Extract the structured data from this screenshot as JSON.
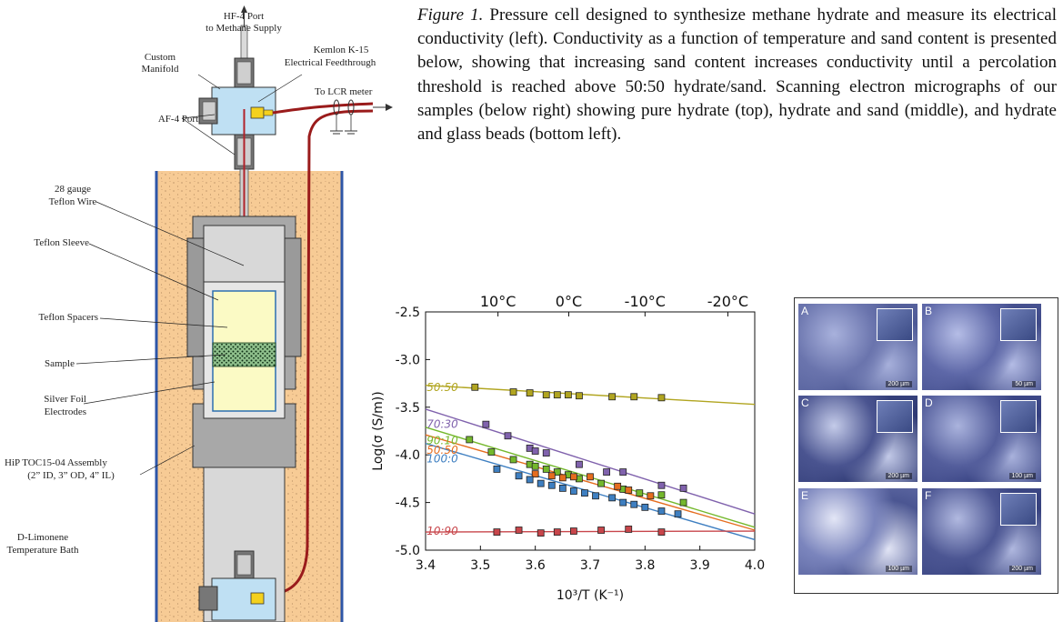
{
  "diagram": {
    "labels": {
      "hf4_port": "HF-4 Port",
      "to_methane": "to Methane Supply",
      "custom": "Custom",
      "manifold": "Manifold",
      "kemlon": "Kemlon K-15",
      "feedthrough": "Electrical Feedthrough",
      "to_lcr": "To LCR meter",
      "af4_port": "AF-4 Port",
      "gauge": "28 gauge",
      "teflon_wire": "Teflon Wire",
      "teflon_sleeve": "Teflon Sleeve",
      "teflon_spacers": "Teflon Spacers",
      "sample": "Sample",
      "silver_foil": "Silver Foil",
      "electrodes": "Electrodes",
      "hip_assembly": "HiP TOC15-04 Assembly",
      "hip_dims": "(2” ID, 3” OD, 4” IL)",
      "d_limonene": "D-Limonene",
      "temp_bath": "Temperature Bath"
    }
  },
  "caption": {
    "figure_label": "Figure 1.",
    "text": "Pressure cell designed to synthesize methane hydrate and measure its electrical conductivity (left). Conductivity as a function of temperature and sand content is presented below, showing that increasing sand content increases conductivity until a percolation threshold is reached above 50:50 hydrate/sand. Scanning electron micrographs of our samples (below right) showing pure hydrate (top), hydrate and sand (middle), and hydrate and glass beads (bottom left)."
  },
  "chart_data": {
    "type": "scatter",
    "xlabel": "10³/T (K⁻¹)",
    "ylabel": "Log(σ (S/m))",
    "xlim": [
      3.4,
      4.0
    ],
    "ylim": [
      -5.0,
      -2.5
    ],
    "xticks": [
      "3.4",
      "3.5",
      "3.6",
      "3.7",
      "3.8",
      "3.9",
      "4.0"
    ],
    "yticks": [
      "-2.5",
      "-3.0",
      "-3.5",
      "-4.0",
      "-4.5",
      "-5.0"
    ],
    "top_axis": {
      "ticks": [
        {
          "label": "10°C",
          "x": 3.532
        },
        {
          "label": "0°C",
          "x": 3.661
        },
        {
          "label": "-10°C",
          "x": 3.8
        },
        {
          "label": "-20°C",
          "x": 3.951
        }
      ]
    },
    "series": [
      {
        "name": "50:50",
        "color": "#b1a520",
        "line": [
          [
            3.4,
            -3.27
          ],
          [
            4.0,
            -3.47
          ]
        ],
        "label_pos": [
          3.402,
          -3.29
        ],
        "points": [
          [
            3.49,
            -3.29
          ],
          [
            3.56,
            -3.34
          ],
          [
            3.59,
            -3.35
          ],
          [
            3.62,
            -3.37
          ],
          [
            3.64,
            -3.37
          ],
          [
            3.66,
            -3.37
          ],
          [
            3.68,
            -3.38
          ],
          [
            3.74,
            -3.39
          ],
          [
            3.78,
            -3.39
          ],
          [
            3.83,
            -3.4
          ]
        ]
      },
      {
        "name": "70:30",
        "color": "#8062ad",
        "line": [
          [
            3.4,
            -3.52
          ],
          [
            4.0,
            -4.62
          ]
        ],
        "label_pos": [
          3.402,
          -3.68
        ],
        "points": [
          [
            3.51,
            -3.68
          ],
          [
            3.55,
            -3.8
          ],
          [
            3.59,
            -3.93
          ],
          [
            3.6,
            -3.96
          ],
          [
            3.62,
            -3.98
          ],
          [
            3.68,
            -4.1
          ],
          [
            3.73,
            -4.18
          ],
          [
            3.76,
            -4.18
          ],
          [
            3.83,
            -4.32
          ],
          [
            3.87,
            -4.35
          ]
        ]
      },
      {
        "name": "90:10",
        "color": "#74b82c",
        "line": [
          [
            3.4,
            -3.71
          ],
          [
            4.0,
            -4.76
          ]
        ],
        "label_pos": [
          3.402,
          -3.85
        ],
        "points": [
          [
            3.48,
            -3.84
          ],
          [
            3.52,
            -3.97
          ],
          [
            3.56,
            -4.05
          ],
          [
            3.59,
            -4.1
          ],
          [
            3.6,
            -4.12
          ],
          [
            3.62,
            -4.15
          ],
          [
            3.64,
            -4.18
          ],
          [
            3.66,
            -4.21
          ],
          [
            3.68,
            -4.25
          ],
          [
            3.72,
            -4.3
          ],
          [
            3.76,
            -4.36
          ],
          [
            3.79,
            -4.4
          ],
          [
            3.83,
            -4.42
          ],
          [
            3.87,
            -4.5
          ]
        ]
      },
      {
        "name": "50:50",
        "color": "#e56d1f",
        "line": [
          [
            3.4,
            -3.79
          ],
          [
            4.0,
            -4.79
          ]
        ],
        "label_pos": [
          3.402,
          -3.95
        ],
        "points": [
          [
            3.6,
            -4.2
          ],
          [
            3.63,
            -4.22
          ],
          [
            3.65,
            -4.24
          ],
          [
            3.67,
            -4.23
          ],
          [
            3.7,
            -4.23
          ],
          [
            3.75,
            -4.33
          ],
          [
            3.77,
            -4.37
          ],
          [
            3.81,
            -4.43
          ]
        ]
      },
      {
        "name": "100:0",
        "color": "#3e7fc1",
        "line": [
          [
            3.4,
            -3.88
          ],
          [
            4.0,
            -4.89
          ]
        ],
        "label_pos": [
          3.402,
          -4.04
        ],
        "points": [
          [
            3.53,
            -4.15
          ],
          [
            3.57,
            -4.22
          ],
          [
            3.59,
            -4.26
          ],
          [
            3.61,
            -4.3
          ],
          [
            3.63,
            -4.32
          ],
          [
            3.65,
            -4.35
          ],
          [
            3.67,
            -4.38
          ],
          [
            3.69,
            -4.4
          ],
          [
            3.71,
            -4.43
          ],
          [
            3.74,
            -4.45
          ],
          [
            3.76,
            -4.5
          ],
          [
            3.78,
            -4.52
          ],
          [
            3.8,
            -4.55
          ],
          [
            3.83,
            -4.59
          ],
          [
            3.86,
            -4.62
          ]
        ]
      },
      {
        "name": "10:90",
        "color": "#c8464b",
        "line": [
          [
            3.4,
            -4.81
          ],
          [
            4.0,
            -4.8
          ]
        ],
        "label_pos": [
          3.402,
          -4.8
        ],
        "points": [
          [
            3.53,
            -4.81
          ],
          [
            3.57,
            -4.79
          ],
          [
            3.61,
            -4.82
          ],
          [
            3.64,
            -4.81
          ],
          [
            3.67,
            -4.8
          ],
          [
            3.72,
            -4.79
          ],
          [
            3.77,
            -4.78
          ],
          [
            3.83,
            -4.81
          ]
        ]
      }
    ]
  },
  "micrographs": {
    "panels": [
      {
        "letter": "A",
        "scale": "200 µm",
        "colors": [
          "#6a74ad",
          "#a8b1dc",
          "#4e5a96"
        ],
        "inset": true
      },
      {
        "letter": "B",
        "scale": "50 µm",
        "colors": [
          "#5e68a8",
          "#b5bde6",
          "#3f4a88"
        ],
        "inset": true
      },
      {
        "letter": "C",
        "scale": "200 µm",
        "colors": [
          "#4a5490",
          "#c4cbe9",
          "#2f3a74"
        ],
        "inset": true
      },
      {
        "letter": "D",
        "scale": "100 µm",
        "colors": [
          "#545e9c",
          "#aab3dd",
          "#354080"
        ],
        "inset": true
      },
      {
        "letter": "E",
        "scale": "100 µm",
        "colors": [
          "#7b85bd",
          "#e3e6f6",
          "#4b5692"
        ],
        "inset": false
      },
      {
        "letter": "F",
        "scale": "200 µm",
        "colors": [
          "#4c5693",
          "#b1b9e0",
          "#36417e"
        ],
        "inset": true
      }
    ]
  }
}
